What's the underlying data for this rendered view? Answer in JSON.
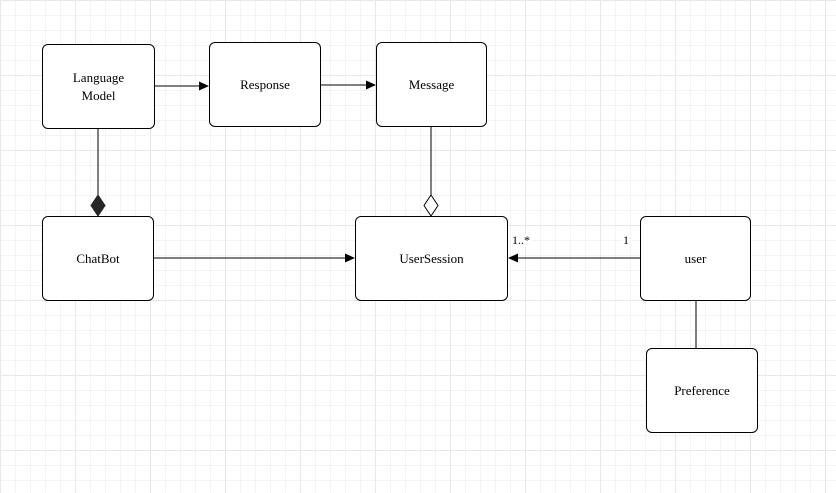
{
  "diagram": {
    "nodes": [
      {
        "id": "language-model",
        "label": "Language Model"
      },
      {
        "id": "response",
        "label": "Response"
      },
      {
        "id": "message",
        "label": "Message"
      },
      {
        "id": "chatbot",
        "label": "ChatBot"
      },
      {
        "id": "user-session",
        "label": "UserSession"
      },
      {
        "id": "user",
        "label": "user"
      },
      {
        "id": "preference",
        "label": "Preference"
      }
    ],
    "edges": {
      "user_to_usersession": {
        "multiplicity_near_usersession": "1..*",
        "multiplicity_near_user": "1"
      }
    },
    "colors": {
      "node_fill": "#ffffff",
      "node_border": "#000000",
      "edge": "#000000",
      "composition_diamond_fill": "#262626",
      "aggregation_diamond_fill": "#ffffff",
      "grid_minor": "#f4f4f4",
      "grid_major": "#e8e8e8",
      "background": "#ffffff"
    }
  }
}
